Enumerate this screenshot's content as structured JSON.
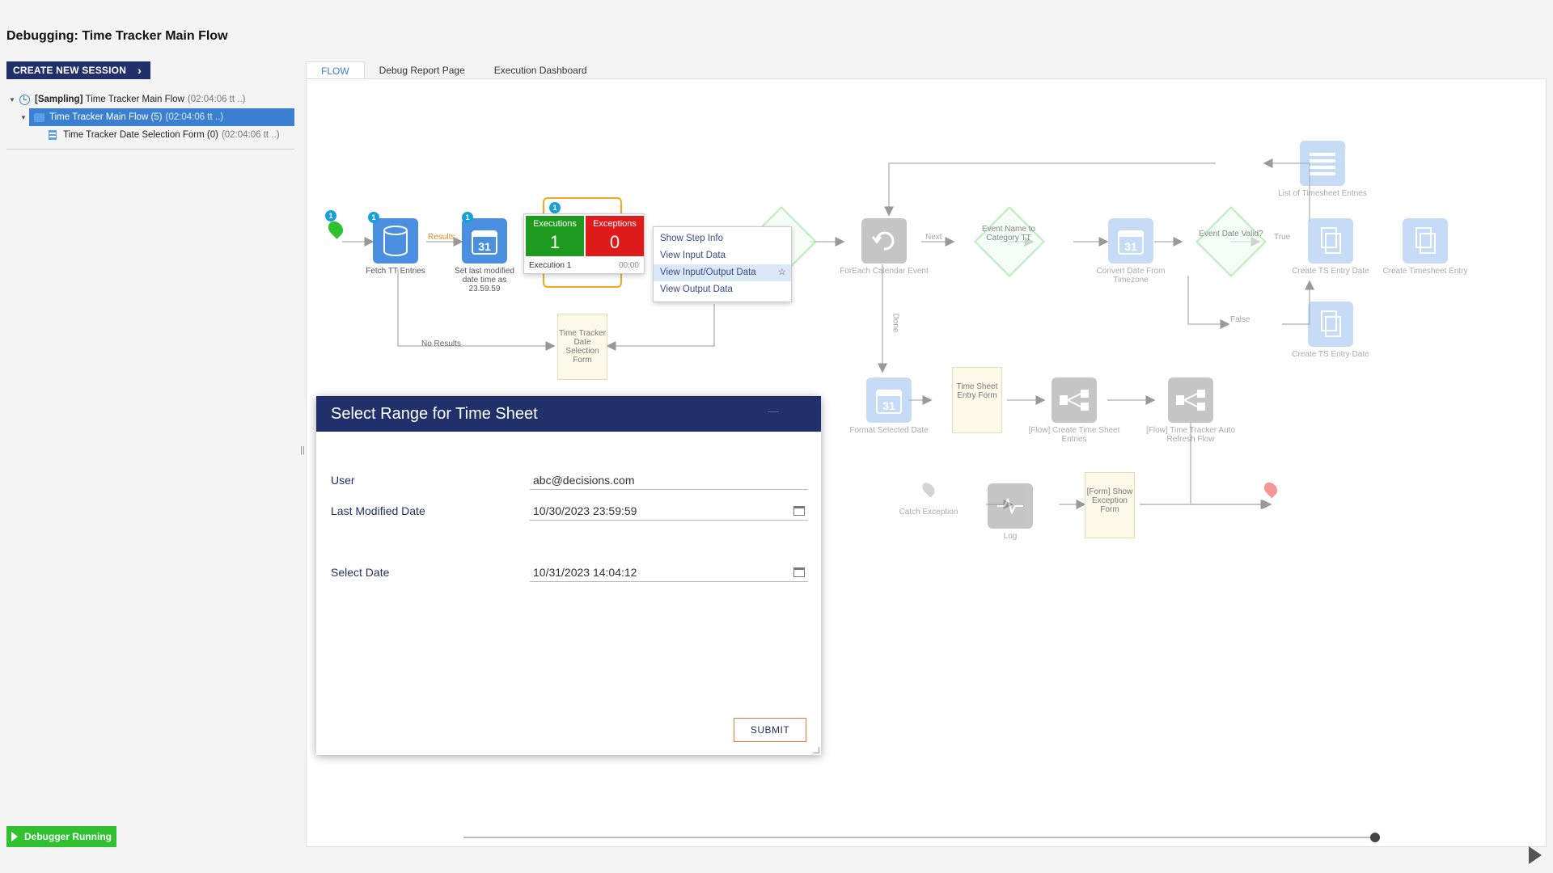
{
  "page": {
    "title": "Debugging: Time Tracker Main Flow"
  },
  "sidebar": {
    "create_button": "CREATE NEW SESSION",
    "tree": [
      {
        "prefix": "[Sampling]",
        "label": "Time Tracker Main Flow",
        "meta": "(02:04:06 tt ..)"
      },
      {
        "label": "Time Tracker Main Flow (5)",
        "meta": "(02:04:06 tt ..)"
      },
      {
        "label": "Time Tracker Date Selection Form (0)",
        "meta": "(02:04:06 tt ..)"
      }
    ],
    "status": "Debugger Running"
  },
  "tabs": [
    {
      "label": "FLOW",
      "active": true
    },
    {
      "label": "Debug Report Page",
      "active": false
    },
    {
      "label": "Execution Dashboard",
      "active": false
    }
  ],
  "flow": {
    "nodes": {
      "fetch": "Fetch TT Entries",
      "set_last": "Set last modified date time as 23.59.59",
      "foreach": "ForEach Calendar Event",
      "event_name": "Event Name to Category TT",
      "convert_date": "Convert Date From Timezone",
      "event_valid": "Event Date Valid?",
      "create_ts_1": "Create TS Entry Date",
      "create_timesheet": "Create Timesheet Entry",
      "list_entries": "List of Timesheet Entries",
      "create_ts_2": "Create TS Entry Date",
      "selection_form": "Time Tracker Date Selection Form",
      "format_date": "Format Selected Date",
      "entry_form": "Time Sheet Entry Form",
      "create_entries": "[Flow] Create Time Sheet Entries",
      "auto_refresh": "[Flow] Time Tracker Auto Refresh Flow",
      "catch": "Catch Exception",
      "log": "Log",
      "show_exception": "[Form] Show Exception Form"
    },
    "edge_labels": {
      "results": "Results",
      "no_results": "No Results",
      "next": "Next",
      "true": "True",
      "false": "False",
      "done": "Done"
    },
    "badges": {
      "start": "1",
      "fetch": "1",
      "set_last": "1",
      "exec": "1"
    }
  },
  "stats_popup": {
    "executions_label": "Executions",
    "executions_value": "1",
    "exceptions_label": "Exceptions",
    "exceptions_value": "0",
    "execution_name": "Execution 1",
    "execution_time": "00:00"
  },
  "context_menu": [
    "Show Step Info",
    "View Input Data",
    "View Input/Output Data",
    "View Output Data"
  ],
  "modal": {
    "title": "Select Range for Time Sheet",
    "fields": [
      {
        "label": "User",
        "value": "abc@decisions.com"
      },
      {
        "label": "Last Modified Date",
        "value": "10/30/2023 23:59:59"
      },
      {
        "label": "Select Date",
        "value": "10/31/2023 14:04:12"
      }
    ],
    "submit": "SUBMIT"
  },
  "colors": {
    "header_navy": "#21306b",
    "accent_blue": "#3a7fd0",
    "running_green": "#2fc12f",
    "exec_green": "#1e9b1e",
    "exception_red": "#e01b1b"
  }
}
